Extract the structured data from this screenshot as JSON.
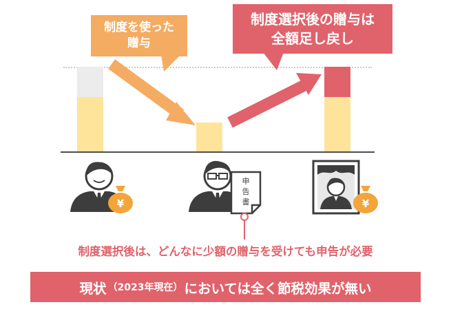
{
  "callouts": {
    "gift_line1": "制度を使った",
    "gift_line2": "贈与",
    "return_line1": "制度選択後の贈与は",
    "return_line2": "全額足し戻し"
  },
  "document_label": [
    "申",
    "告",
    "書"
  ],
  "yen_symbol": "¥",
  "note": "制度選択後は、どんなに少額の贈与を受けても申告が必要",
  "banner": {
    "part1": "現状",
    "part2": "（2023年現在）",
    "part3": "においては全く節税効果が無い"
  },
  "colors": {
    "orange": "#f4ab62",
    "red": "#e0626b",
    "yellow": "#fde49a",
    "gray": "#ececec"
  },
  "icons": [
    "man-icon",
    "money-bag-icon",
    "man-with-glasses-icon",
    "tax-return-document-icon",
    "memorial-portrait-icon"
  ]
}
